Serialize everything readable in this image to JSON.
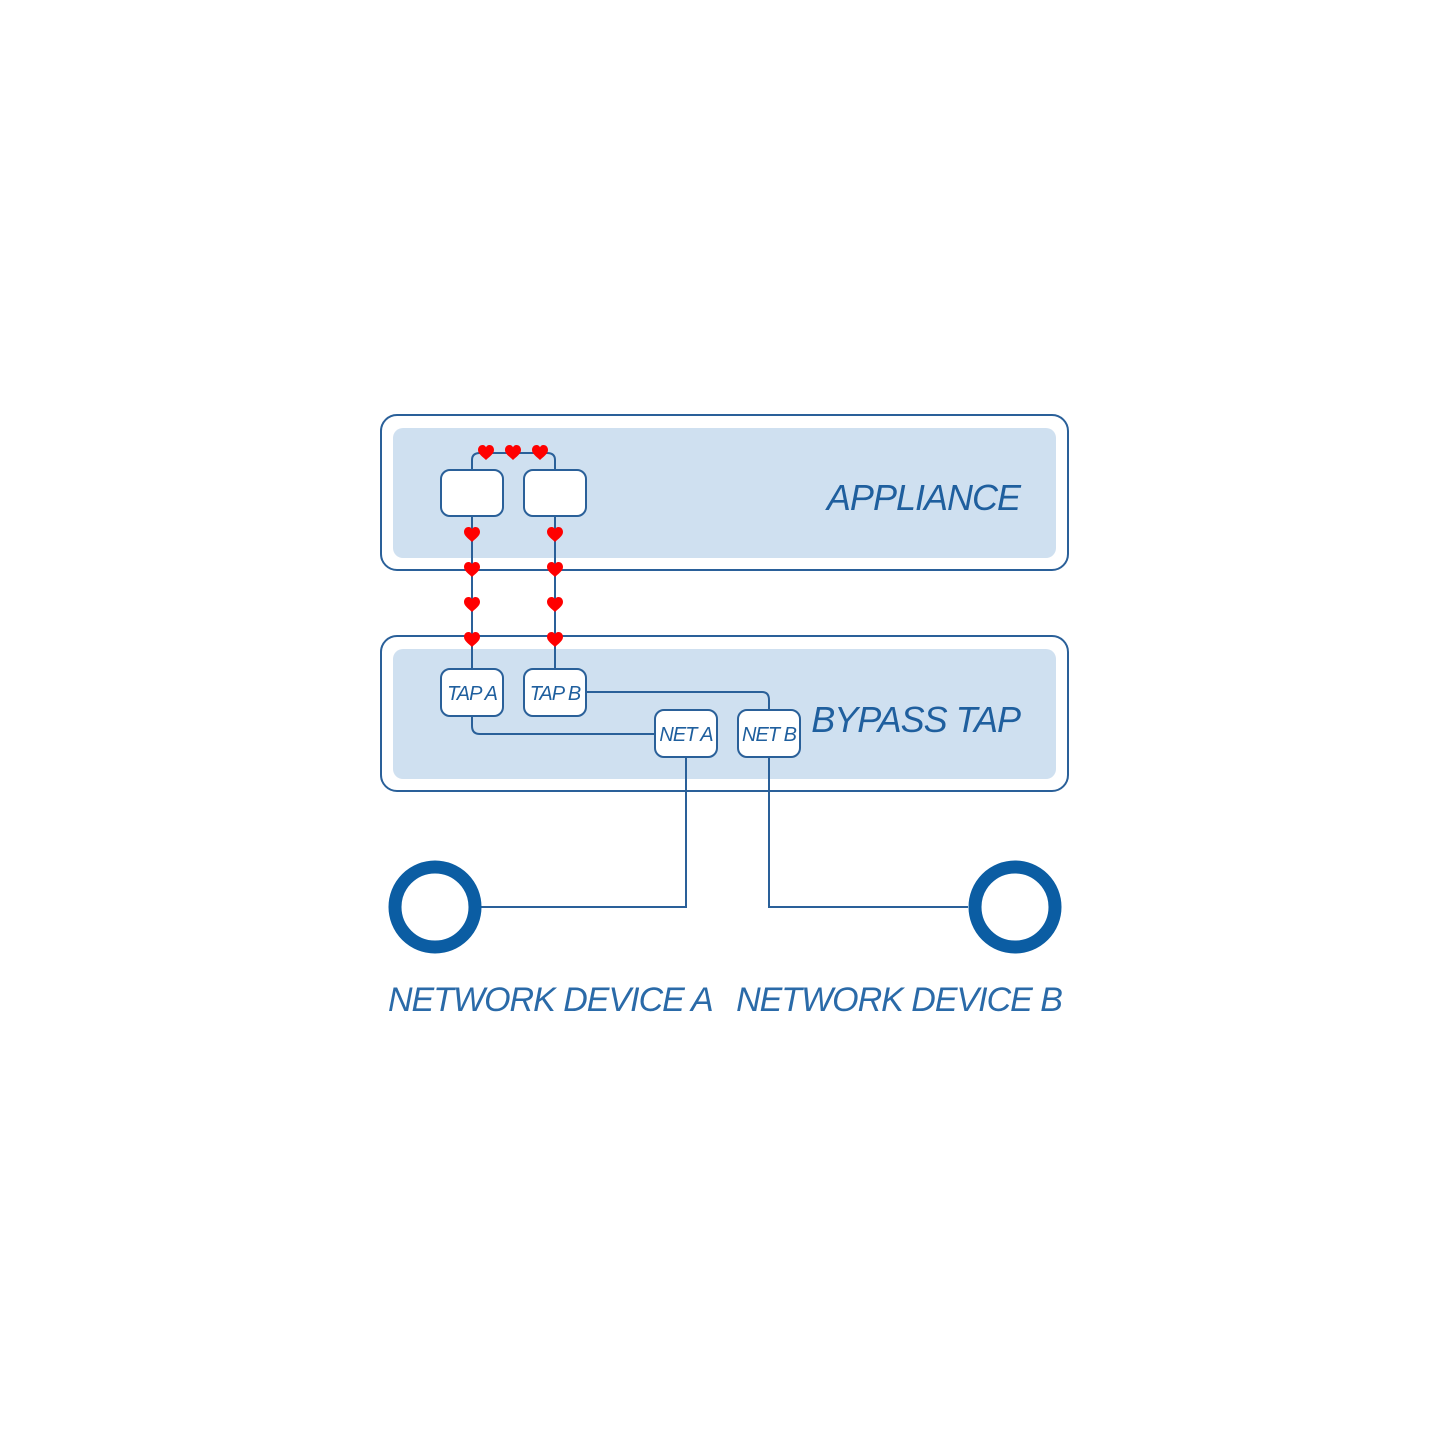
{
  "colors": {
    "panel_fill": "#cfe0f0",
    "outline": "#2a6099",
    "text": "#1f5f9e",
    "ring": "#0b5da3",
    "marker": "#ff0000"
  },
  "appliance": {
    "label": "APPLIANCE"
  },
  "bypass_tap": {
    "label": "BYPASS TAP",
    "ports": {
      "tap_a": "TAP A",
      "tap_b": "TAP B",
      "net_a": "NET A",
      "net_b": "NET B"
    }
  },
  "devices": {
    "a": {
      "label": "NETWORK DEVICE A",
      "icon": "ring-icon"
    },
    "b": {
      "label": "NETWORK DEVICE B",
      "icon": "ring-icon"
    }
  },
  "markers": {
    "icon": "heart-icon"
  }
}
